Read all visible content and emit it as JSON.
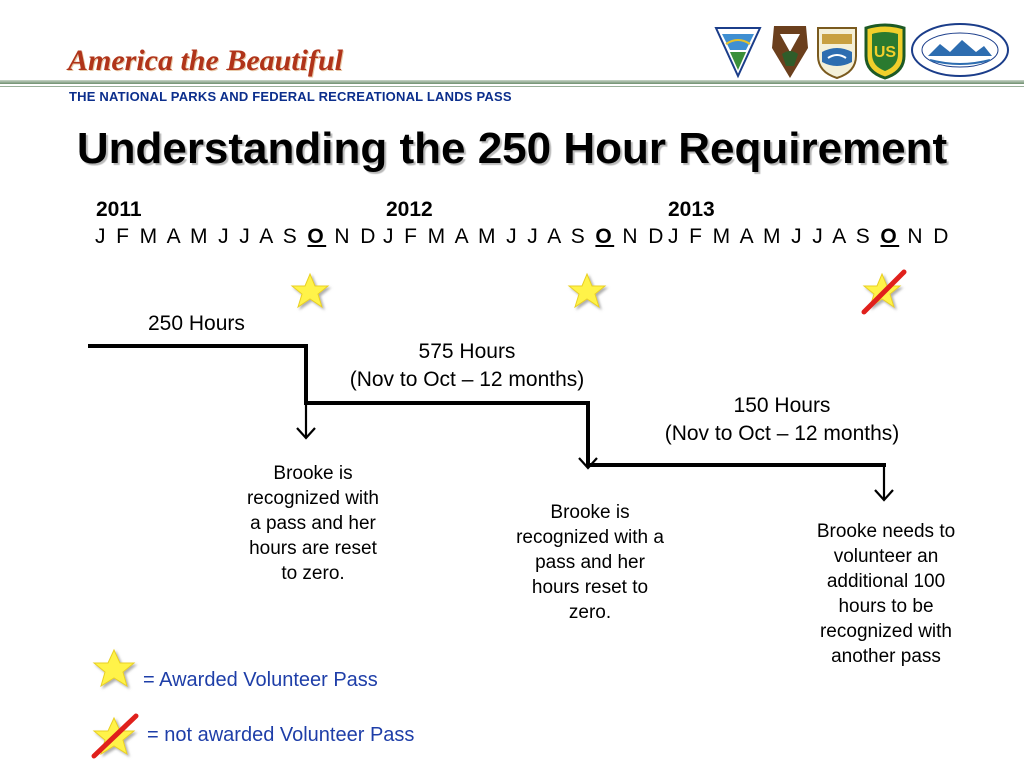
{
  "header": {
    "brand_title": "America the Beautiful",
    "brand_subtitle": "THE NATIONAL PARKS AND FEDERAL RECREATIONAL LANDS PASS",
    "logos": [
      "blm-logo",
      "nps-arrowhead-logo",
      "fws-logo",
      "usfs-shield-logo",
      "reclamation-logo"
    ]
  },
  "slide": {
    "title": "Understanding the 250 Hour Requirement"
  },
  "timeline": {
    "years": [
      "2011",
      "2012",
      "2013"
    ],
    "months_before": "J F M A M J J A S ",
    "month_marked": "O",
    "months_after": " N D",
    "stars": [
      "awarded",
      "awarded",
      "not-awarded"
    ]
  },
  "periods": [
    {
      "label": "250 Hours",
      "range": ""
    },
    {
      "label": "575 Hours",
      "range": "(Nov to Oct – 12 months)"
    },
    {
      "label": "150 Hours",
      "range": "(Nov to Oct – 12 months)"
    }
  ],
  "notes": [
    {
      "lines": [
        "Brooke is",
        "recognized with",
        "a pass and her",
        "hours are reset",
        "to zero."
      ]
    },
    {
      "lines": [
        "Brooke is",
        "recognized with a",
        "pass and her",
        "hours reset to",
        "zero."
      ]
    },
    {
      "lines": [
        "Brooke needs to",
        "volunteer an",
        "additional 100",
        "hours to be",
        "recognized with",
        "another pass"
      ]
    }
  ],
  "legend": {
    "awarded": "= Awarded Volunteer Pass",
    "not_awarded": "= not awarded Volunteer Pass"
  },
  "colors": {
    "brand": "#b0341a",
    "subbrand": "#0b2e8c",
    "legend_text": "#1e3ea8",
    "star_fill": "#fff34a",
    "strike": "#e0201c"
  }
}
